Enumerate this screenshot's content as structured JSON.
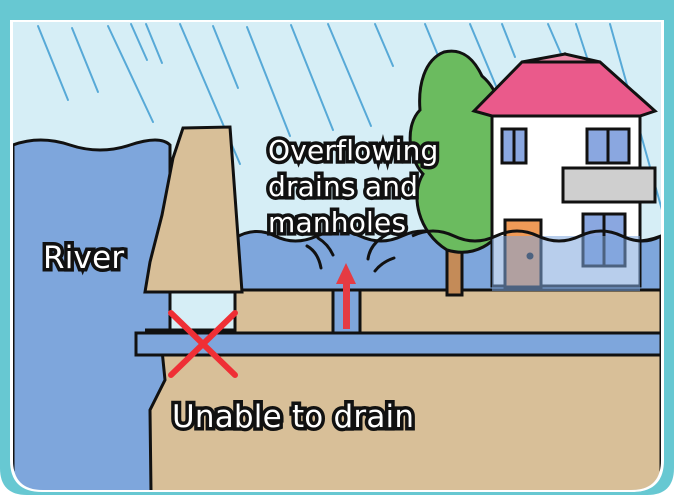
{
  "labels": {
    "river": "River",
    "overflowing_line1": "Overflowing",
    "overflowing_line2": "drains and",
    "overflowing_line3": "manholes",
    "unable_to_drain": "Unable to drain"
  },
  "colors": {
    "frame": "#67c8d2",
    "sky": "#d6eef6",
    "water": "#7ea6dc",
    "ground": "#d8bf98",
    "tree": "#6bbb5f",
    "trunk": "#c48b58",
    "house_roof": "#ea5a8b",
    "house_wall": "#ffffff",
    "door": "#ef9a57",
    "window": "#8aa7e0",
    "arrow": "#e53b43",
    "cross": "#ef2f35"
  },
  "icons": [
    "rain-lines",
    "tree-icon",
    "house-icon",
    "cross-mark-icon",
    "upward-arrow-icon"
  ]
}
